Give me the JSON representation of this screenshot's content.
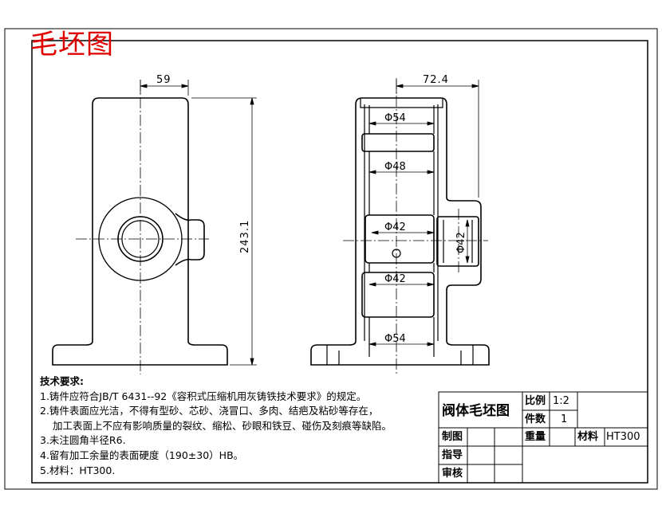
{
  "stamp": "毛坯图",
  "dimensions": {
    "width_front": "59",
    "width_side": "72.4",
    "height_total": "243.1",
    "bore_top": "Φ54",
    "bore_upper": "Φ48",
    "bore_mid": "Φ42",
    "bore_side": "Φ42",
    "bore_lower": "Φ42",
    "bore_bottom": "Φ54"
  },
  "notes": {
    "title": "技术要求:",
    "items": [
      "1.铸件应符合JB/T  6431--92《容积式压缩机用灰铸铁技术要求》的规定。",
      "2.铸件表面应光洁，不得有型砂、芯砂、浇冒口、多肉、结疤及粘砂等存在，",
      "加工表面上不应有影响质量的裂纹、缩松、砂眼和铁豆、碰伤及刻痕等缺陷。",
      "3.未注圆角半径R6.",
      "4.留有加工余量的表面硬度（190±30）HB。",
      "5.材料：HT300."
    ]
  },
  "title_block": {
    "part_name": "阀体毛坯图",
    "scale_label": "比例",
    "scale_value": "1:2",
    "qty_label": "件数",
    "qty_value": "1",
    "drawn_label": "制图",
    "weight_label": "重量",
    "material_label": "材料",
    "material_value": "HT300",
    "guide_label": "指导",
    "review_label": "审核"
  }
}
